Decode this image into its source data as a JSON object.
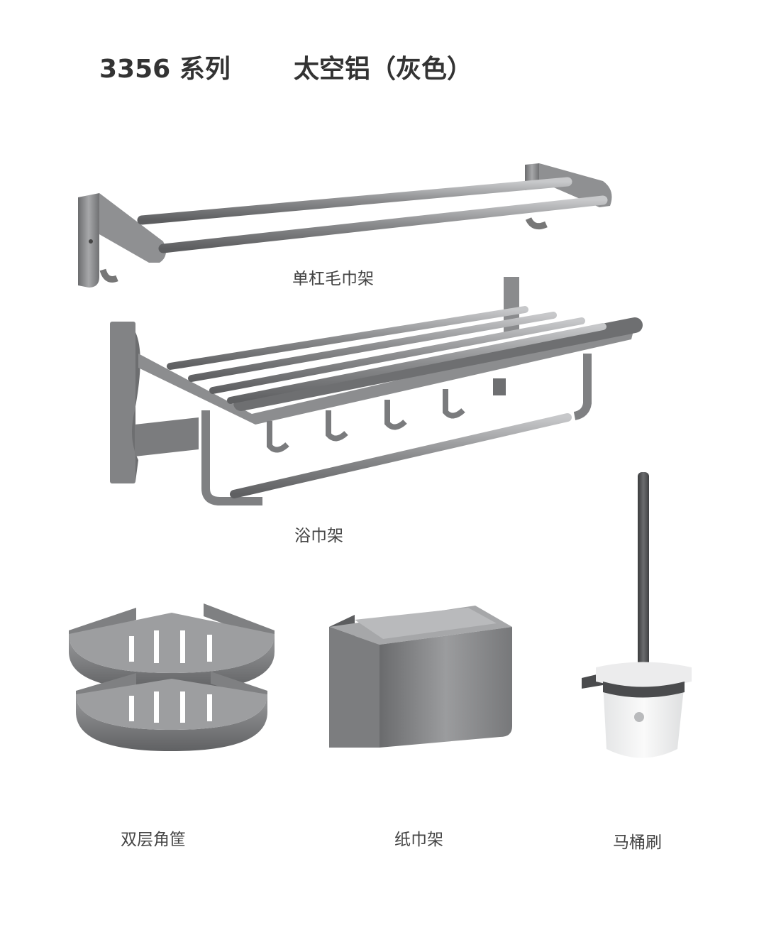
{
  "header": {
    "series": "3356 系列",
    "material": "太空铝（灰色）"
  },
  "products": [
    {
      "name": "单杠毛巾架",
      "image": "single-bar-towel-rack"
    },
    {
      "name": "浴巾架",
      "image": "bath-towel-shelf"
    },
    {
      "name": "双层角筐",
      "image": "double-corner-basket"
    },
    {
      "name": "纸巾架",
      "image": "tissue-holder"
    },
    {
      "name": "马桶刷",
      "image": "toilet-brush"
    }
  ],
  "colors": {
    "metal": "#7d7e80",
    "metal_dark": "#555658",
    "metal_light": "#b4b5b7",
    "text": "#333333"
  }
}
